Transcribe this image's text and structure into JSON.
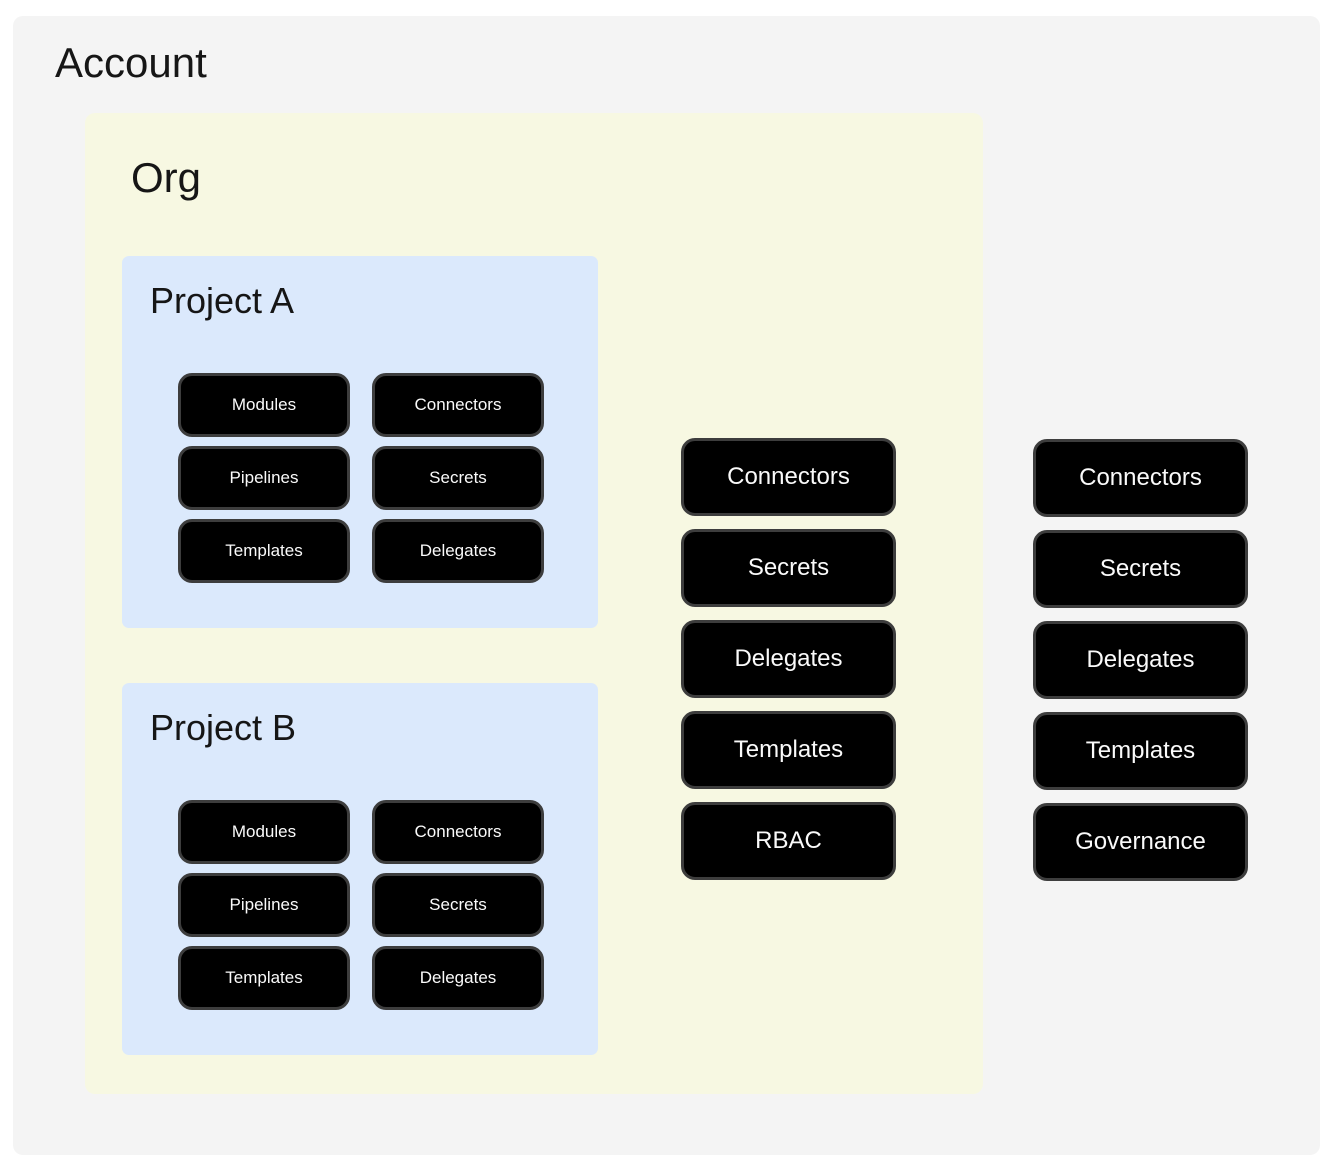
{
  "colors": {
    "page_bg": "#ffffff",
    "account_bg": "#f4f4f4",
    "org_bg": "#f7f8e2",
    "project_bg": "#dbe9fc",
    "pill_bg": "#000000",
    "pill_border": "#3d3d3d",
    "pill_text": "#fafafa",
    "title_text": "#161616"
  },
  "account": {
    "title": "Account",
    "resources": [
      "Connectors",
      "Secrets",
      "Delegates",
      "Templates",
      "Governance"
    ],
    "org": {
      "title": "Org",
      "resources": [
        "Connectors",
        "Secrets",
        "Delegates",
        "Templates",
        "RBAC"
      ],
      "projects": [
        {
          "title": "Project A",
          "resources": [
            "Modules",
            "Connectors",
            "Pipelines",
            "Secrets",
            "Templates",
            "Delegates"
          ]
        },
        {
          "title": "Project B",
          "resources": [
            "Modules",
            "Connectors",
            "Pipelines",
            "Secrets",
            "Templates",
            "Delegates"
          ]
        }
      ]
    }
  }
}
